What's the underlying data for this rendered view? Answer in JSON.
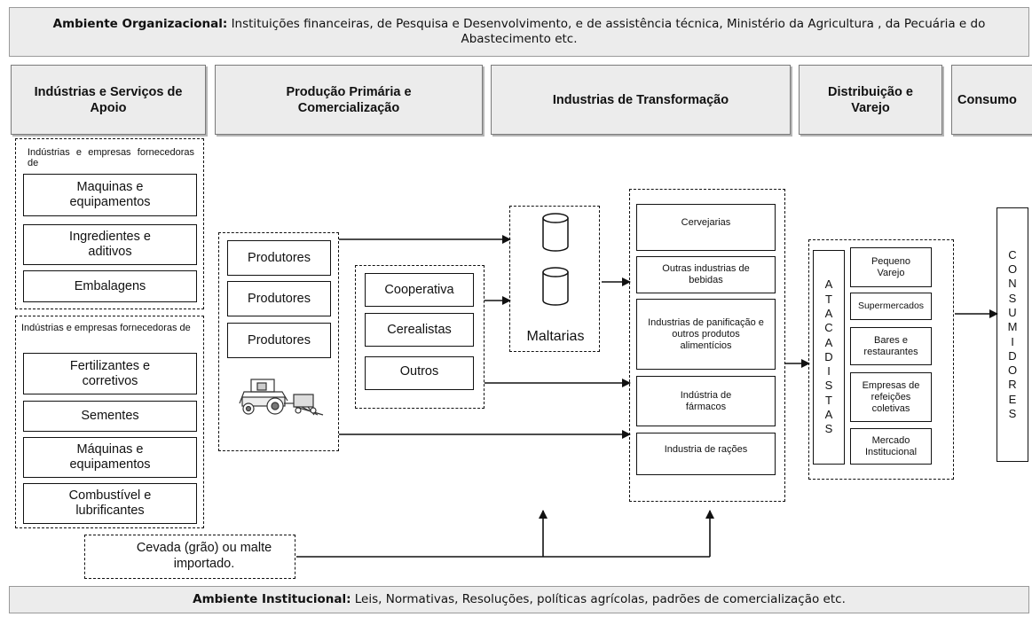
{
  "top_env": {
    "label": "Ambiente Organizacional:",
    "text": " Instituições financeiras, de Pesquisa e  Desenvolvimento,  e de assistência técnica, Ministério da Agricultura , da Pecuária e do Abastecimento etc."
  },
  "headers": [
    "Indústrias e Serviços de Apoio",
    "Produção Primária e Comercialização",
    "Industrias de Transformação",
    "Distribuição e Varejo",
    "Consumo"
  ],
  "support": {
    "group1_label": "Indústrias e empresas fornecedoras de",
    "group1_items": [
      "Maquinas e equipamentos",
      "Ingredientes e aditivos",
      "Embalagens"
    ],
    "group2_label": "Indústrias e empresas fornecedoras de",
    "group2_items": [
      "Fertilizantes e corretivos",
      "Sementes",
      "Máquinas e equipamentos",
      "Combustível e lubrificantes"
    ]
  },
  "producers": [
    "Produtores",
    "Produtores",
    "Produtores"
  ],
  "collectors": [
    "Cooperativa",
    "Cerealistas",
    "Outros"
  ],
  "maltarias": "Maltarias",
  "industries": [
    "Cervejarias",
    "Outras industrias de bebidas",
    "Industrias de panificação e outros produtos alimentícios",
    "Indústria de fármacos",
    "Industria de rações"
  ],
  "wholesale_letters": [
    "A",
    "T",
    "A",
    "C",
    "A",
    "D",
    "I",
    "S",
    "T",
    "A",
    "S"
  ],
  "retail": [
    "Pequeno Varejo",
    "Supermercados",
    "Bares e restaurantes",
    "Empresas de refeições coletivas",
    "Mercado Institucional"
  ],
  "consumer_letters": [
    "C",
    "O",
    "N",
    "S",
    "U",
    "M",
    "I",
    "D",
    "O",
    "R",
    "E",
    "S"
  ],
  "imported": "Cevada (grão) ou malte importado.",
  "bottom_env": {
    "label": "Ambiente Institucional:",
    "text": " Leis, Normativas, Resoluções, políticas agrícolas, padrões de comercialização etc."
  }
}
